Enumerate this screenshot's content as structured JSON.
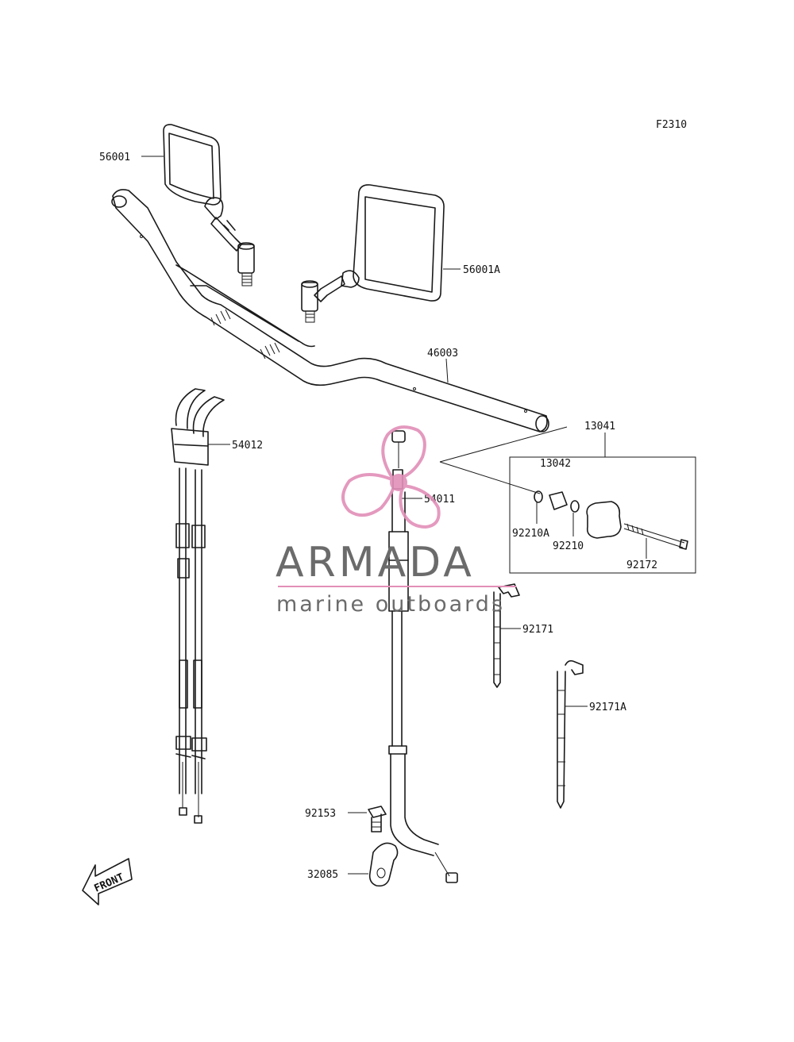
{
  "diagram": {
    "figure_code": "F2310",
    "front_label": "FRONT",
    "parts": [
      {
        "id": "p56001",
        "label": "56001"
      },
      {
        "id": "p56001a",
        "label": "56001A"
      },
      {
        "id": "p46003",
        "label": "46003"
      },
      {
        "id": "p54012",
        "label": "54012"
      },
      {
        "id": "p54011",
        "label": "54011"
      },
      {
        "id": "p13041",
        "label": "13041"
      },
      {
        "id": "p13042",
        "label": "13042"
      },
      {
        "id": "p92210a",
        "label": "92210A"
      },
      {
        "id": "p92210",
        "label": "92210"
      },
      {
        "id": "p92172",
        "label": "92172"
      },
      {
        "id": "p92171",
        "label": "92171"
      },
      {
        "id": "p92171a",
        "label": "92171A"
      },
      {
        "id": "p92153",
        "label": "92153"
      },
      {
        "id": "p32085",
        "label": "32085"
      }
    ]
  },
  "watermark": {
    "brand": "ARMADA",
    "tagline": "marine outboards",
    "brand_color": "#6b6b6b",
    "logo_color": "#e28fb8"
  }
}
